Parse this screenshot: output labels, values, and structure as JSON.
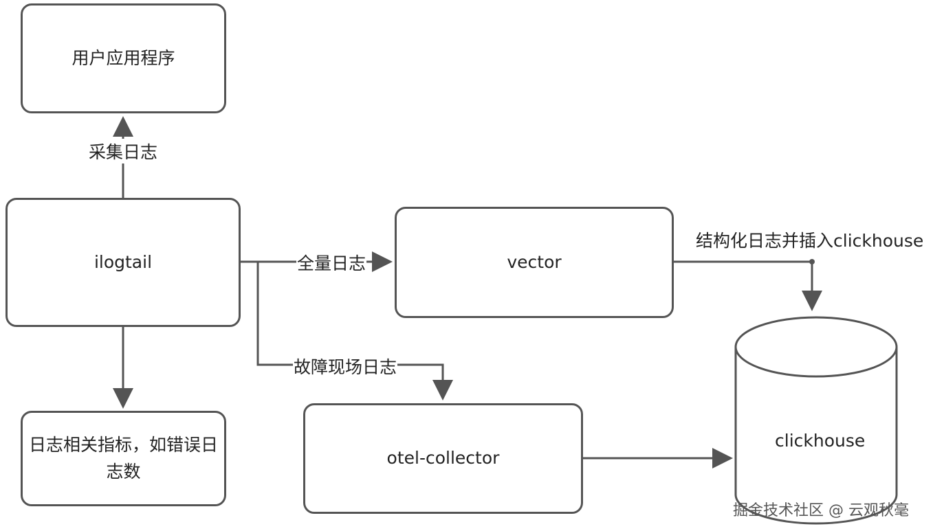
{
  "nodes": {
    "user_app": "用户应用程序",
    "ilogtail": "ilogtail",
    "metrics": "日志相关指标，如错误日志数",
    "vector": "vector",
    "otel_collector": "otel-collector",
    "clickhouse": "clickhouse"
  },
  "edges": {
    "collect_logs": "采集日志",
    "full_logs": "全量日志",
    "fault_logs": "故障现场日志",
    "structured_insert": "结构化日志并插入clickhouse"
  },
  "watermark": "掘金技术社区 @ 云观秋毫",
  "colors": {
    "stroke": "#545454",
    "text": "#222222",
    "background": "#ffffff"
  }
}
